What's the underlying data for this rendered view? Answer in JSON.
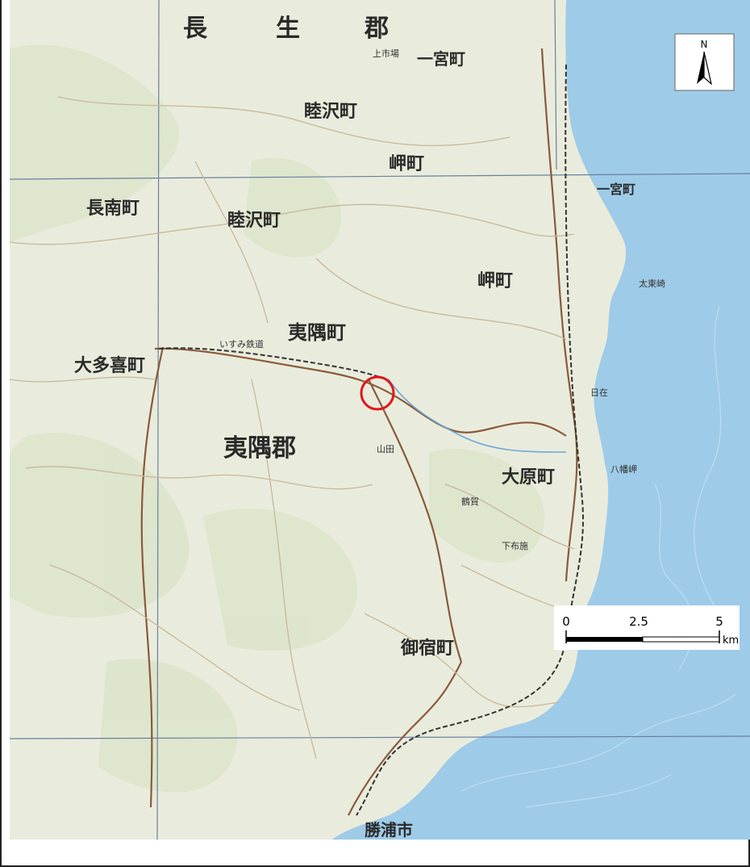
{
  "map": {
    "colors": {
      "land": "#e9ecdc",
      "land_alt": "#dfe6cf",
      "sea": "#9ecbe8",
      "road_major": "#8a5a3a",
      "road_minor": "#c9b79a",
      "rail": "#333333",
      "label": "#2a2a2a",
      "marker": "#e0161b"
    },
    "labels": [
      {
        "id": "chosei-gun-1",
        "text": "長"
      },
      {
        "id": "chosei-gun-2",
        "text": "生"
      },
      {
        "id": "chosei-gun-3",
        "text": "郡"
      },
      {
        "id": "ichinomiya-town-n",
        "text": "一宮町"
      },
      {
        "id": "mutsuzawa-town-n",
        "text": "睦沢町"
      },
      {
        "id": "misaki-town-n",
        "text": "岬町"
      },
      {
        "id": "ichinomiya-town-e",
        "text": "一宮町"
      },
      {
        "id": "chonan-town",
        "text": "長南町"
      },
      {
        "id": "mutsuzawa-town",
        "text": "睦沢町"
      },
      {
        "id": "misaki-town",
        "text": "岬町"
      },
      {
        "id": "isumi-town",
        "text": "夷隅町"
      },
      {
        "id": "otaki-town",
        "text": "大多喜町"
      },
      {
        "id": "isumi-gun",
        "text": "夷隅郡"
      },
      {
        "id": "ohara-town",
        "text": "大原町"
      },
      {
        "id": "onjuku-town",
        "text": "御宿町"
      },
      {
        "id": "katsuura-city",
        "text": "勝浦市"
      },
      {
        "id": "ichinomiya-station",
        "text": "上市場"
      },
      {
        "id": "taiheiyo",
        "text": "太東崎"
      },
      {
        "id": "yawata-misaki",
        "text": "八幡岬"
      },
      {
        "id": "hiyoshi",
        "text": "日在"
      },
      {
        "id": "isumi-rail",
        "text": "いすみ鉄道"
      },
      {
        "id": "yamada",
        "text": "山田"
      },
      {
        "id": "tsuruga",
        "text": "鶴賀"
      },
      {
        "id": "shimofuse",
        "text": "下布施"
      }
    ],
    "north_arrow": {
      "label": "N",
      "icon": "north-arrow-icon"
    },
    "scale_bar": {
      "ticks": [
        "0",
        "2.5",
        "5"
      ],
      "unit": "km"
    },
    "marker": {
      "icon": "site-circle-icon"
    }
  }
}
